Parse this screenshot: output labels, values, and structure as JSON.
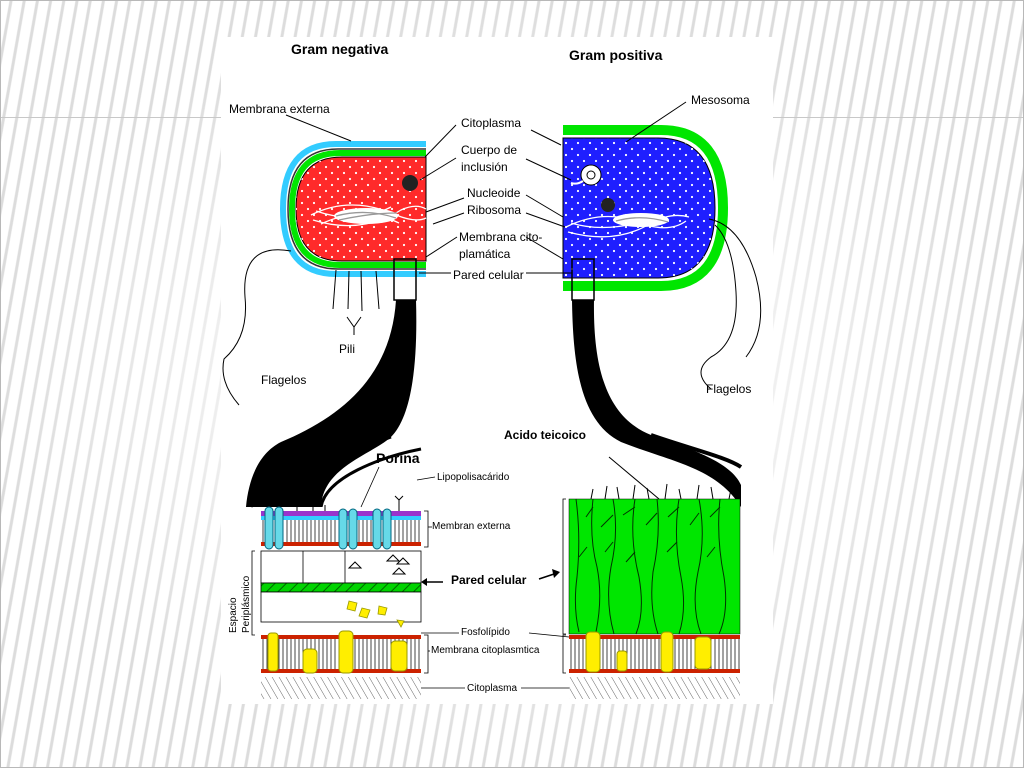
{
  "labels": {
    "gram_negativa": "Gram negativa",
    "gram_positiva": "Gram positiva",
    "membrana_externa": "Membrana externa",
    "citoplasma": "Citoplasma",
    "cuerpo_de": "Cuerpo de",
    "inclusion": "inclusión",
    "nucleoide": "Nucleoide",
    "ribosoma": "Ribosoma",
    "membrana_cito": "Membrana cito-",
    "plamatica": "plamática",
    "pared_celular": "Pared celular",
    "mesosoma": "Mesosoma",
    "pili": "Pili",
    "flagelos_left": "Flagelos",
    "flagelos_right": "Flagelos",
    "acido_teicoico": "Acido teicoico",
    "porina": "Porina",
    "lipopolisacarido": "Lipopolisacárido",
    "membran_externa": "Membran externa",
    "pared_celular_center": "Pared celular",
    "espacio": "Espacio",
    "periplasmico": "Periplásmico",
    "fosfolipido": "Fosfolípido",
    "membrana_citoplasmtica": "Membrana citoplasmtica",
    "citoplasma_bottom": "Citoplasma"
  },
  "colors": {
    "gram_negative_cytoplasm": "#ff2a2a",
    "gram_positive_cytoplasm": "#1f1fff",
    "cell_wall_green": "#00e600",
    "outer_membrane_cyan": "#33ccff",
    "lps_purple": "#9933cc",
    "porin": "#66d9e8",
    "protein_yellow": "#ffee00",
    "phospholipid_red": "#cc2200"
  }
}
